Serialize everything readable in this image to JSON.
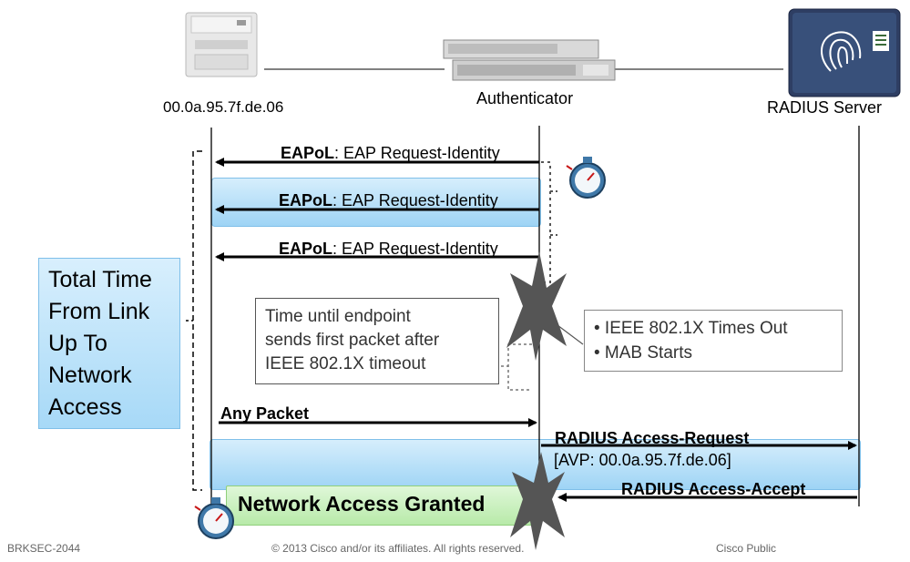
{
  "devices": {
    "printer": {
      "label": "00.0a.95.7f.de.06",
      "icon": "printer-icon"
    },
    "switch": {
      "label": "Authenticator",
      "icon": "network-switch-icon"
    },
    "server": {
      "label": "RADIUS Server",
      "icon": "fingerprint-server-icon"
    }
  },
  "messages": {
    "m1": {
      "bold": "EAPoL",
      "rest": ": EAP Request-Identity"
    },
    "m2": {
      "bold": "EAPoL",
      "rest": ": EAP Request-Identity"
    },
    "m3": {
      "bold": "EAPoL",
      "rest": ": EAP Request-Identity"
    },
    "any_packet": "Any Packet",
    "radius_request": "RADIUS Access-Request",
    "radius_request_avp": "[AVP: 00.0a.95.7f.de.06]",
    "radius_accept": "RADIUS Access-Accept",
    "granted": "Network Access Granted"
  },
  "boxes": {
    "total_time": [
      "Total Time",
      "From Link",
      "Up To",
      "Network",
      "Access"
    ],
    "endpoint_time": [
      "Time until endpoint",
      "sends first packet after",
      "IEEE 802.1X timeout"
    ],
    "timeout_bullets": [
      "• IEEE 802.1X Times Out",
      "• MAB Starts"
    ]
  },
  "footer": {
    "session": "BRKSEC-2044",
    "copyright": "© 2013 Cisco and/or its affiliates. All rights reserved.",
    "classification": "Cisco Public"
  },
  "colors": {
    "blue_band": "#a9d9f7",
    "green_band": "#c6efb8",
    "burst": "#555555"
  }
}
